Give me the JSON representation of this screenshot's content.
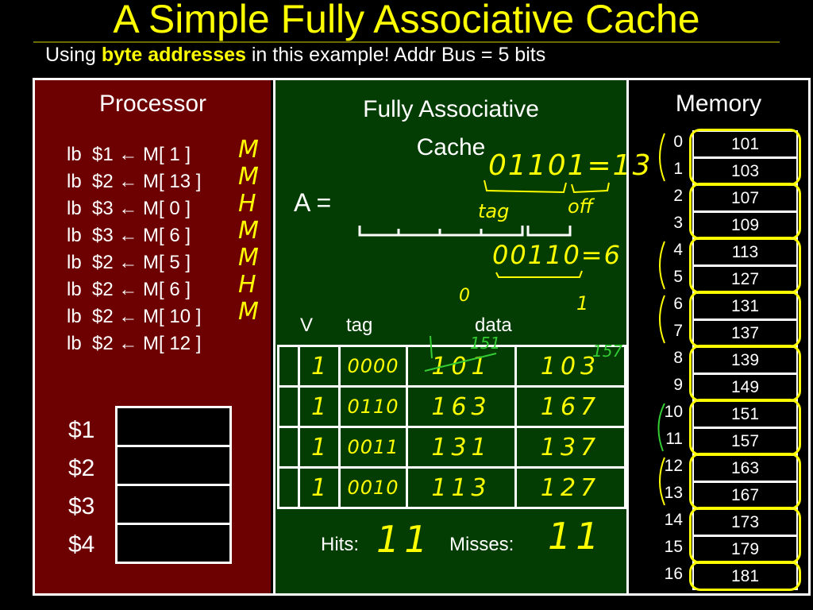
{
  "title": "A Simple Fully Associative Cache",
  "subtitle": {
    "prefix": "Using ",
    "highlight": "byte addresses",
    "suffix": " in this example! Addr Bus = 5 bits"
  },
  "processor": {
    "heading": "Processor",
    "instructions": [
      {
        "text": "lb  $1 ← M[ 1 ]",
        "mark": "M"
      },
      {
        "text": "lb  $2 ← M[ 13 ]",
        "mark": "M"
      },
      {
        "text": "lb  $3 ← M[ 0 ]",
        "mark": "H"
      },
      {
        "text": "lb  $3 ← M[ 6 ]",
        "mark": "M"
      },
      {
        "text": "lb  $2 ← M[ 5 ]",
        "mark": "M"
      },
      {
        "text": "lb  $2 ← M[ 6 ]",
        "mark": "H"
      },
      {
        "text": "lb  $2 ← M[ 10 ]",
        "mark": "M"
      },
      {
        "text": "lb  $2 ← M[ 12 ]",
        "mark": ""
      }
    ],
    "registers": [
      "$1",
      "$2",
      "$3",
      "$4"
    ]
  },
  "cache": {
    "heading_line1": "Fully Associative",
    "heading_line2": "Cache",
    "addr_label": "A =",
    "annotation_addr1": "01101=13",
    "annotation_tag": "tag",
    "annotation_off": "off",
    "annotation_addr2": "00110=6",
    "annotation_zero": "0",
    "annotation_one": "1",
    "annotation_151": "151",
    "annotation_157": "157",
    "col_v": "V",
    "col_tag": "tag",
    "col_data": "data",
    "rows": [
      {
        "v": "1",
        "tag": "0000",
        "d1": "101",
        "d2": "103"
      },
      {
        "v": "1",
        "tag": "0110",
        "d1": "163",
        "d2": "167"
      },
      {
        "v": "1",
        "tag": "0011",
        "d1": "131",
        "d2": "137"
      },
      {
        "v": "1",
        "tag": "0010",
        "d1": "113",
        "d2": "127"
      }
    ],
    "hits_label": "Hits:",
    "hits_value": "11",
    "misses_label": "Misses:",
    "misses_value": "11"
  },
  "memory": {
    "heading": "Memory",
    "cells": [
      {
        "addr": "0",
        "value": "101"
      },
      {
        "addr": "1",
        "value": "103"
      },
      {
        "addr": "2",
        "value": "107"
      },
      {
        "addr": "3",
        "value": "109"
      },
      {
        "addr": "4",
        "value": "113"
      },
      {
        "addr": "5",
        "value": "127"
      },
      {
        "addr": "6",
        "value": "131"
      },
      {
        "addr": "7",
        "value": "137"
      },
      {
        "addr": "8",
        "value": "139"
      },
      {
        "addr": "9",
        "value": "149"
      },
      {
        "addr": "10",
        "value": "151"
      },
      {
        "addr": "11",
        "value": "157"
      },
      {
        "addr": "12",
        "value": "163"
      },
      {
        "addr": "13",
        "value": "167"
      },
      {
        "addr": "14",
        "value": "173"
      },
      {
        "addr": "15",
        "value": "179"
      },
      {
        "addr": "16",
        "value": "181"
      }
    ]
  },
  "colors": {
    "title": "#ffff00",
    "processor_bg": "#6d0000",
    "cache_bg": "#033d03",
    "ink_yellow": "#ffff00",
    "ink_green": "#33cc33"
  }
}
